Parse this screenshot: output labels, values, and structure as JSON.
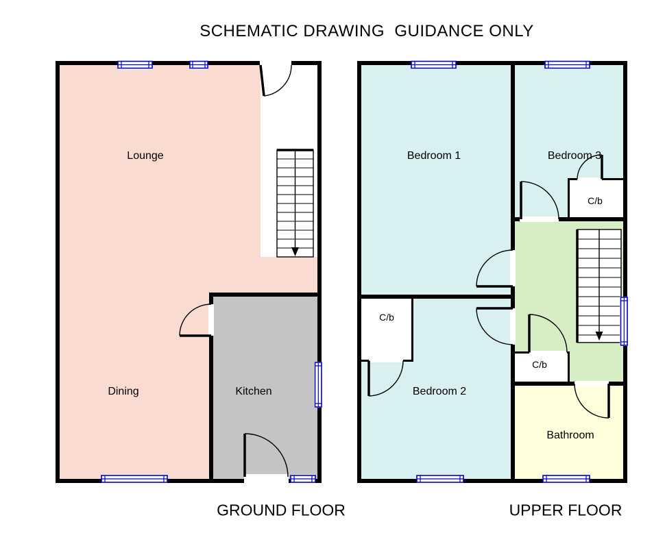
{
  "title": "SCHEMATIC DRAWING  GUIDANCE ONLY",
  "colors": {
    "wall": "#000000",
    "window_blue": "#0000cd",
    "lounge_pink": "#f9dbd2",
    "kitchen_gray": "#c4c4c4",
    "bedroom_cyan": "#d8f0ef",
    "landing_green": "#d7edc3",
    "bathroom_yellow": "#ffffdc",
    "closet_white": "#ffffff"
  },
  "ground_floor": {
    "label": "GROUND FLOOR",
    "rooms": {
      "lounge": "Lounge",
      "dining": "Dining",
      "kitchen": "Kitchen"
    }
  },
  "upper_floor": {
    "label": "UPPER FLOOR",
    "rooms": {
      "bedroom1": "Bedroom 1",
      "bedroom3": "Bedroom 3",
      "bedroom2": "Bedroom 2",
      "bathroom": "Bathroom",
      "cb_bedroom3": "C/b",
      "cb_bedroom2": "C/b",
      "cb_landing": "C/b"
    }
  }
}
